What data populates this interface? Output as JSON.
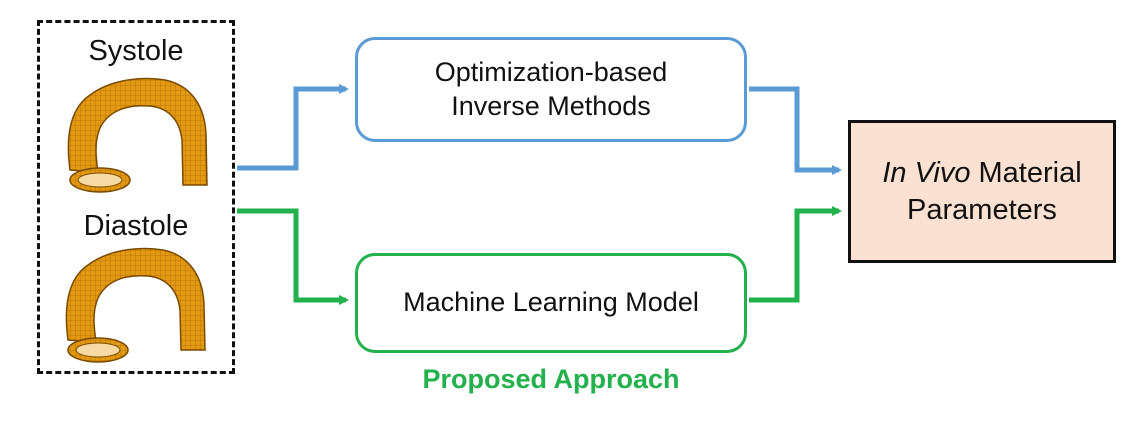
{
  "inputs": {
    "systole_label": "Systole",
    "diastole_label": "Diastole"
  },
  "optimization_box": {
    "line1": "Optimization-based",
    "line2": "Inverse Methods"
  },
  "ml_box": {
    "label": "Machine Learning Model"
  },
  "proposed_label": "Proposed Approach",
  "output_box": {
    "italic": "In Vivo",
    "rest_line1": " Material",
    "line2": "Parameters"
  },
  "colors": {
    "blue_path": "#5b9bd5",
    "green_path": "#22b14c",
    "output_fill": "#fbe1d2",
    "aorta_fill": "#e39a12"
  }
}
